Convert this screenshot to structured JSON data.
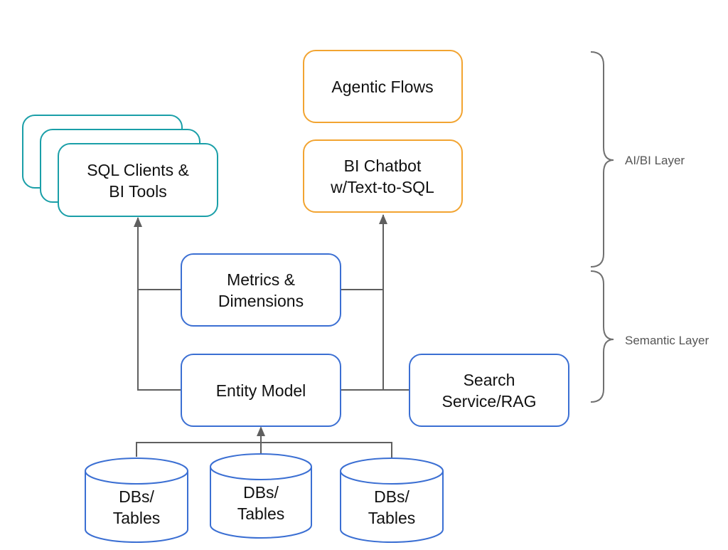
{
  "colors": {
    "teal": "#1a9fa8",
    "orange": "#f2a431",
    "blue": "#3b6fd3",
    "connector": "#5f5f5f",
    "bracket": "#707070"
  },
  "nodes": {
    "agentic_flows": {
      "lines": [
        "Agentic Flows"
      ]
    },
    "bi_chatbot": {
      "lines": [
        "BI Chatbot",
        "w/Text-to-SQL"
      ]
    },
    "sql_clients": {
      "lines": [
        "SQL Clients &",
        "BI Tools"
      ]
    },
    "metrics": {
      "lines": [
        "Metrics &",
        "Dimensions"
      ]
    },
    "entity_model": {
      "lines": [
        "Entity Model"
      ]
    },
    "search_service": {
      "lines": [
        "Search",
        "Service/RAG"
      ]
    },
    "db_1": {
      "lines": [
        "DBs/",
        "Tables"
      ]
    },
    "db_2": {
      "lines": [
        "DBs/",
        "Tables"
      ]
    },
    "db_3": {
      "lines": [
        "DBs/",
        "Tables"
      ]
    }
  },
  "brackets": {
    "ai_bi_layer": "AI/BI Layer",
    "semantic_layer": "Semantic Layer"
  }
}
